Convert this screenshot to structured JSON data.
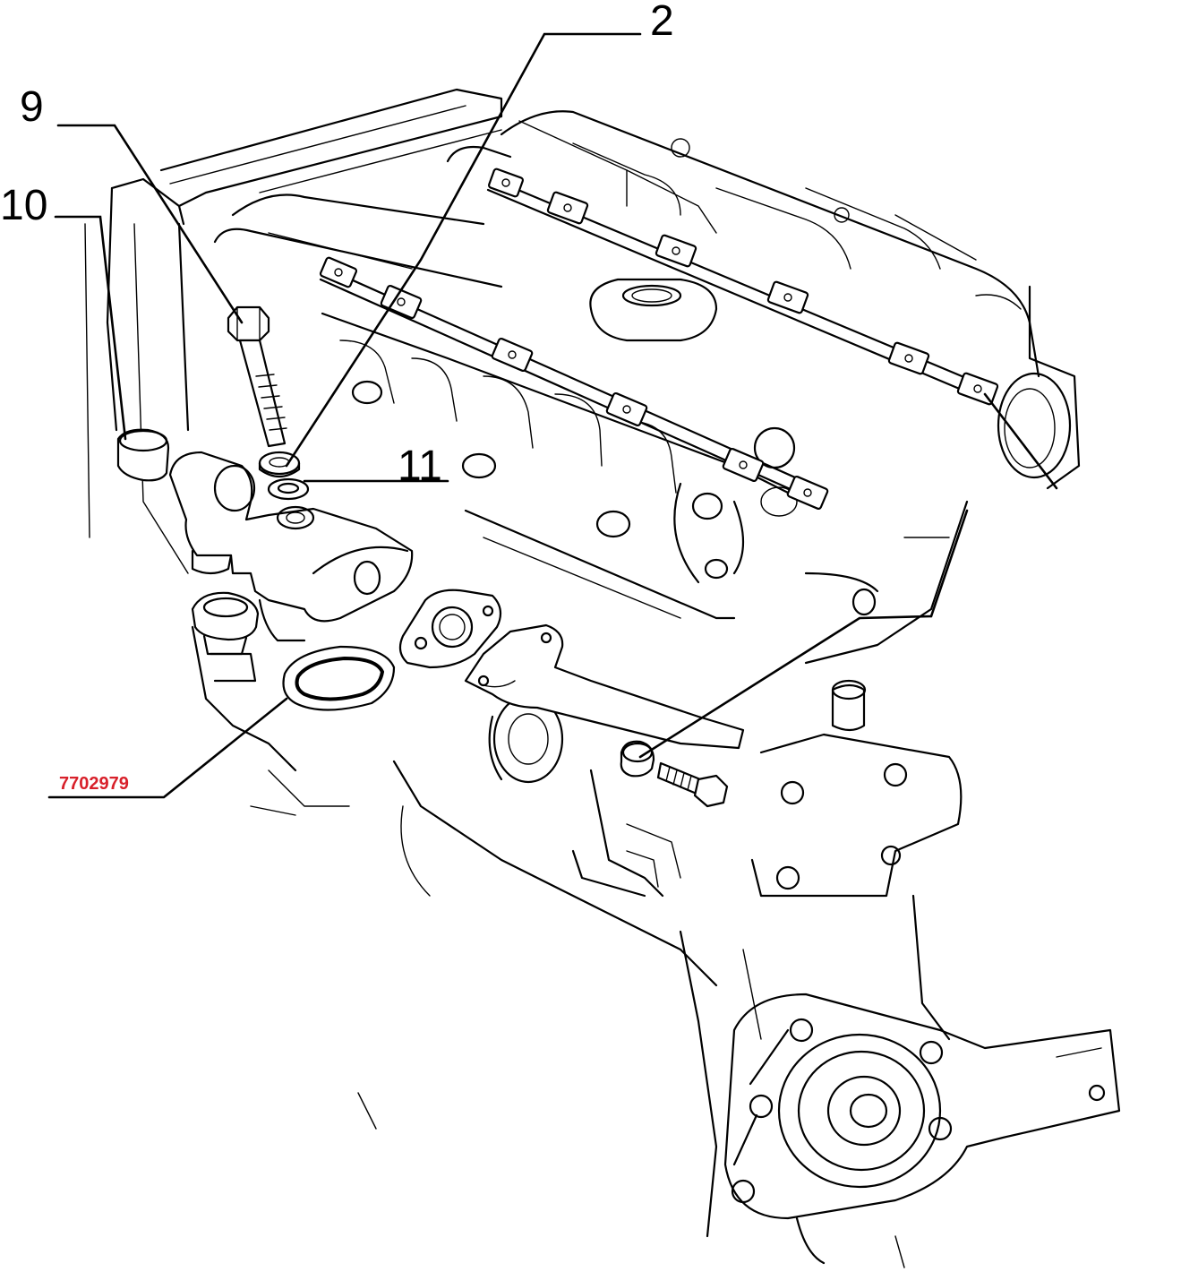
{
  "callouts": {
    "c2": "2",
    "c9": "9",
    "c10": "10",
    "c11": "11"
  },
  "part_number": "7702979",
  "colors": {
    "line": "#000000",
    "part_number": "#d8202a",
    "background": "#ffffff"
  }
}
